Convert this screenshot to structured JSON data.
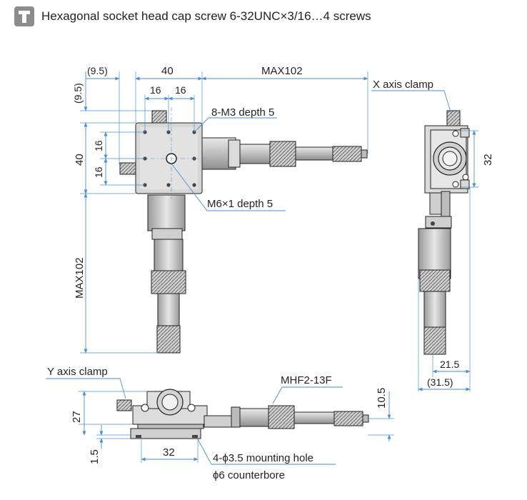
{
  "header": {
    "icon": "screw-icon",
    "title": "Hexagonal socket head cap screw 6-32UNC×3/16…4 screws"
  },
  "dimensions": {
    "left_offset": "(9.5)",
    "top_width": "40",
    "micrometer_max_x": "MAX102",
    "top_offset": "(9.5)",
    "hole_pitch_a": "16",
    "hole_pitch_b": "16",
    "height_40": "40",
    "vpitch_a": "16",
    "vpitch_b": "16",
    "micrometer_max_y": "MAX102",
    "right_height": "32",
    "right_depth": "21.5",
    "right_total": "(31.5)",
    "front_height": "27",
    "front_base": "1.5",
    "front_width": "32",
    "front_micro_height": "10.5"
  },
  "callouts": {
    "tapped_holes": "8-M3 depth 5",
    "center_hole": "M6×1 depth 5",
    "x_axis_clamp": "X axis clamp",
    "y_axis_clamp": "Y axis clamp",
    "micrometer_model": "MHF2-13F",
    "mounting_hole": "4-ϕ3.5  mounting hole",
    "counterbore": "ϕ6 counterbore"
  }
}
